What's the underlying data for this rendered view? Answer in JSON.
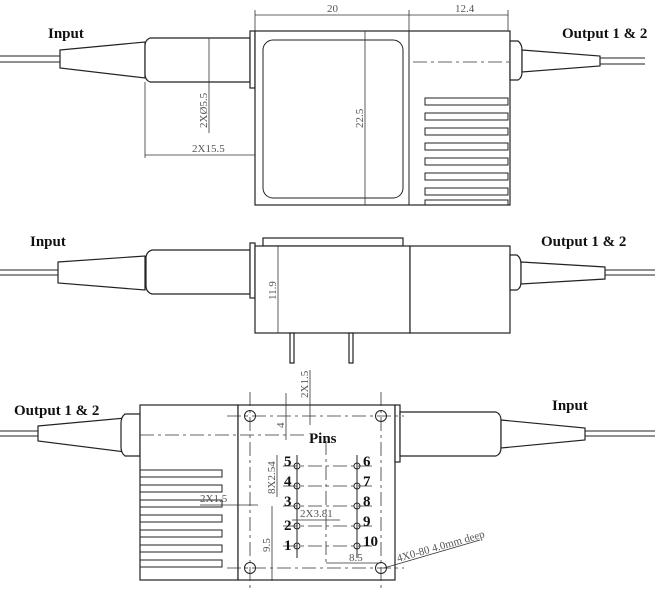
{
  "top_view": {
    "input_label": "Input",
    "output_label": "Output 1 & 2",
    "dim_width_body": "20",
    "dim_width_right": "12.4",
    "dim_height": "22.5",
    "dim_diameter": "2XØ5.5",
    "dim_tube_length": "2X15.5"
  },
  "side_view": {
    "input_label": "Input",
    "output_label": "Output 1 & 2",
    "dim_height": "11.9"
  },
  "bottom_view": {
    "output_label": "Output 1 & 2",
    "input_label": "Input",
    "pins_label": "Pins",
    "pin_numbers": [
      "1",
      "2",
      "3",
      "4",
      "5",
      "6",
      "7",
      "8",
      "9",
      "10"
    ],
    "dim_hole_top": "2X1.5",
    "dim_offset": "4",
    "dim_pitch": "8X2.54",
    "dim_hole_left": "2X1.5",
    "dim_row_spacing": "2X3.81",
    "dim_bottom": "9.5",
    "dim_right": "8.5",
    "hole_note": "4X0-80 4.0mm deep"
  }
}
